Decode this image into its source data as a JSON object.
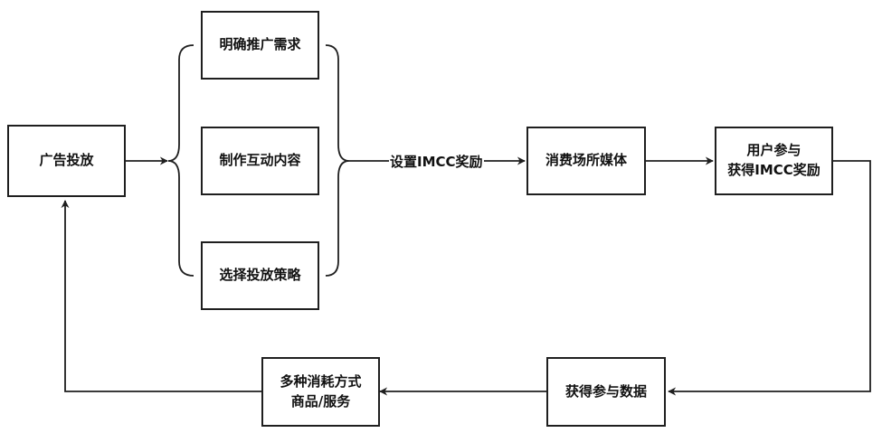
{
  "diagram": {
    "nodes": {
      "ad": "广告投放",
      "need": "明确推广需求",
      "content": "制作互动内容",
      "strategy": "选择投放策略",
      "media": "消费场所媒体",
      "user_line1": "用户参与",
      "user_line2": "获得IMCC奖励",
      "data": "获得参与数据",
      "consume_line1": "多种消耗方式",
      "consume_line2": "商品/服务"
    },
    "edge_label": "设置IMCC奖励"
  }
}
